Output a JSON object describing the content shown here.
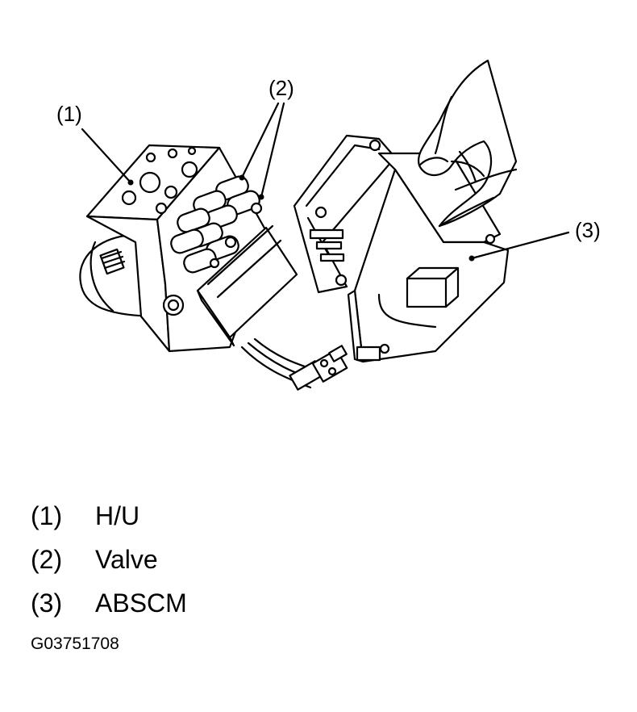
{
  "callouts": {
    "hu": "(1)",
    "valve": "(2)",
    "abscm": "(3)"
  },
  "legend": [
    {
      "num": "(1)",
      "label": "H/U"
    },
    {
      "num": "(2)",
      "label": "Valve"
    },
    {
      "num": "(3)",
      "label": "ABSCM"
    }
  ],
  "figure_code": "G03751708"
}
